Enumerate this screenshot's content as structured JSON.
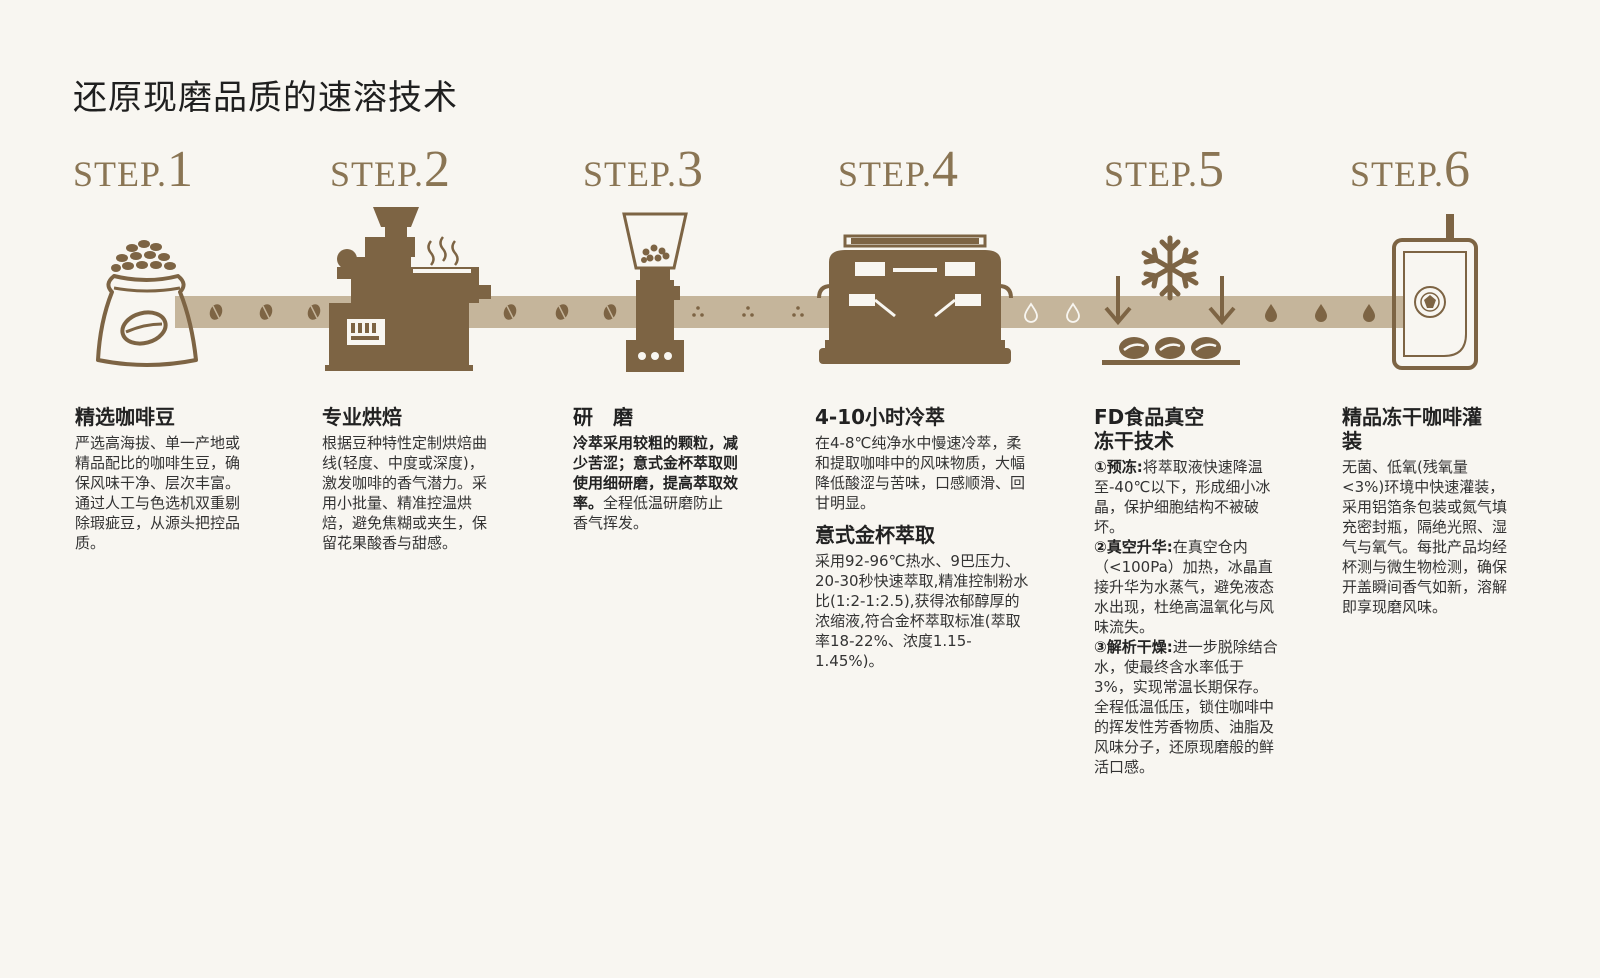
{
  "page": {
    "title": "还原现磨品质的速溶技术"
  },
  "steps": [
    {
      "word": "STEP.",
      "num": "1",
      "title": "精选咖啡豆",
      "desc": "严选高海拔、单一产地或精品配比的咖啡生豆，确保风味干净、层次丰富。通过人工与色选机双重剔除瑕疵豆，从源头把控品质。"
    },
    {
      "word": "STEP.",
      "num": "2",
      "title": "专业烘焙",
      "desc": "根据豆种特性定制烘焙曲线(轻度、中度或深度)，激发咖啡的香气潜力。采用小批量、精准控温烘焙，避免焦糊或夹生，保留花果酸香与甜感。"
    },
    {
      "word": "STEP.",
      "num": "3",
      "title": "研　磨",
      "desc_bold": "冷萃采用较粗的颗粒，减少苦涩；意式金杯萃取则使用细研磨，提高萃取效率。",
      "desc": "全程低温研磨防止香气挥发。"
    },
    {
      "word": "STEP.",
      "num": "4",
      "title": "4-10小时冷萃",
      "desc": "在4-8℃纯净水中慢速冷萃，柔和提取咖啡中的风味物质，大幅降低酸涩与苦味，口感顺滑、回甘明显。",
      "sub_title": "意式金杯萃取",
      "sub_desc": "采用92-96℃热水、9巴压力、20-30秒快速萃取,精准控制粉水比(1:2-1:2.5),获得浓郁醇厚的浓缩液,符合金杯萃取标准(萃取率18-22%、浓度1.15-1.45%)。"
    },
    {
      "word": "STEP.",
      "num": "5",
      "title": "FD食品真空冻干技术",
      "p1_label": "①预冻:",
      "p1": "将萃取液快速降温至-40℃以下，形成细小冰晶，保护细胞结构不被破坏。",
      "p2_label": "②真空升华:",
      "p2": "在真空仓内（<100Pa）加热，冰晶直接升华为水蒸气，避免液态水出现，杜绝高温氧化与风味流失。",
      "p3_label": "③解析干燥:",
      "p3": "进一步脱除结合水，使最终含水率低于3%，实现常温长期保存。",
      "p4": "全程低温低压，锁住咖啡中的挥发性芳香物质、油脂及风味分子，还原现磨般的鲜活口感。"
    },
    {
      "word": "STEP.",
      "num": "6",
      "title": "精品冻干咖啡灌装",
      "desc": "无菌、低氧(残氧量<3%)环境中快速灌装，采用铝箔条包装或氮气填充密封瓶，隔绝光照、湿气与氧气。每批产品均经杯测与微生物检测，确保开盖瞬间香气如新，溶解即享现磨风味。"
    }
  ],
  "colors": {
    "brown": "#7d6444",
    "band": "#c5b59b",
    "step_text": "#8a7554",
    "background": "#f8f6f1"
  },
  "icons": [
    "coffee-sack-icon",
    "roaster-icon",
    "grinder-icon",
    "espresso-machine-icon",
    "freeze-dry-icon",
    "package-icon"
  ]
}
